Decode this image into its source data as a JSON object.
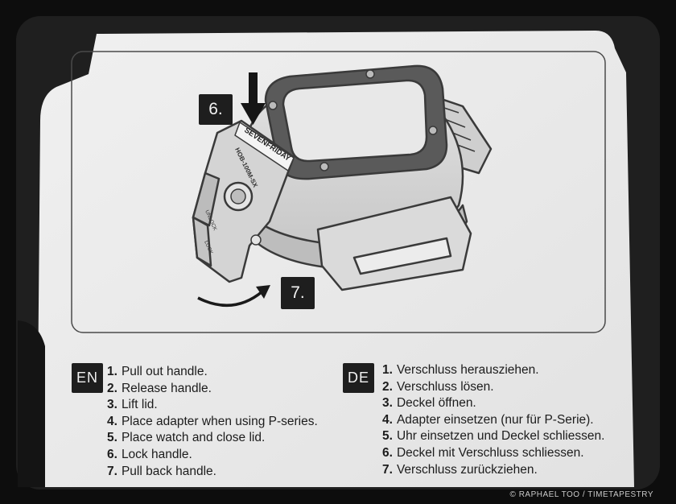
{
  "diagram": {
    "badge_6": "6.",
    "badge_7": "7.",
    "brand_text": "SEVENFRIDAY",
    "model_text": "HOB-100M-SX",
    "unlock_label": "UNLOCK",
    "lock_label": "LOCK"
  },
  "instructions_en": {
    "lang": "EN",
    "steps": [
      {
        "num": "1.",
        "text": "Pull out handle."
      },
      {
        "num": "2.",
        "text": "Release handle."
      },
      {
        "num": "3.",
        "text": "Lift lid."
      },
      {
        "num": "4.",
        "text": "Place adapter when using P-series."
      },
      {
        "num": "5.",
        "text": "Place watch and close lid."
      },
      {
        "num": "6.",
        "text": "Lock handle."
      },
      {
        "num": "7.",
        "text": "Pull back handle."
      }
    ]
  },
  "instructions_de": {
    "lang": "DE",
    "steps": [
      {
        "num": "1.",
        "text": "Verschluss herausziehen."
      },
      {
        "num": "2.",
        "text": "Verschluss lösen."
      },
      {
        "num": "3.",
        "text": "Deckel öffnen."
      },
      {
        "num": "4.",
        "text": "Adapter einsetzen (nur für P-Serie)."
      },
      {
        "num": "5.",
        "text": "Uhr einsetzen und Deckel schliessen."
      },
      {
        "num": "6.",
        "text": "Deckel mit Verschluss schliessen."
      },
      {
        "num": "7.",
        "text": "Verschluss zurückziehen."
      }
    ]
  },
  "credit": "© RAPHAEL TOO / TIMETAPESTRY",
  "colors": {
    "frame": "#111111",
    "paper": "#e9e9e9",
    "ink": "#1c1c1c",
    "device_fill": "#d6d6d6",
    "device_stroke": "#3a3a3a",
    "lid_frame": "#5a5a5a"
  }
}
